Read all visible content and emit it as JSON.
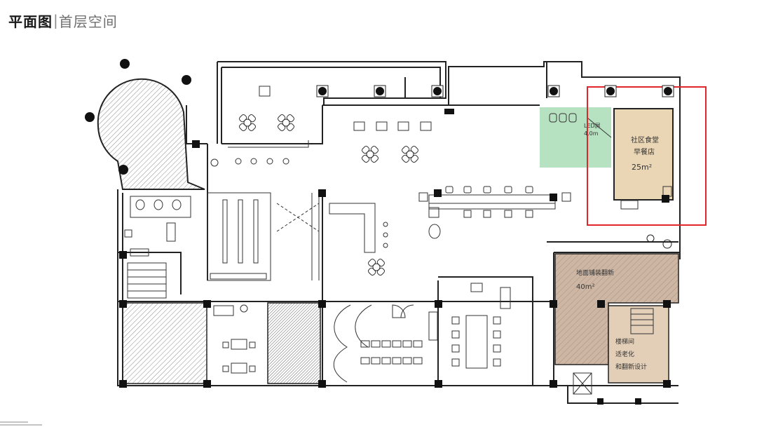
{
  "header": {
    "title": "平面图",
    "separator": "|",
    "subtitle": "首层空间"
  },
  "rooms": {
    "canteen": {
      "line1": "社区食堂",
      "line2": "早餐店",
      "area": "25m²",
      "fill": "#ead6b4"
    },
    "led_screen": {
      "line1": "LED屏",
      "line2": "4.0m",
      "fill": "#b7e2c1"
    },
    "flooring": {
      "line1": "地面铺装翻新",
      "area": "40m²",
      "fill": "#cdb7a4"
    },
    "stair": {
      "line1": "楼梯间",
      "line2": "适老化",
      "line3": "和翻新设计",
      "fill": "#e3cfb8"
    }
  },
  "colors": {
    "highlight_frame": "#e0262a",
    "wall": "#222222",
    "hatch": "#9a9a9a"
  },
  "icons": [
    "column-icon",
    "table-set-icon",
    "chair-icon",
    "toilet-icon",
    "elevator-icon"
  ]
}
